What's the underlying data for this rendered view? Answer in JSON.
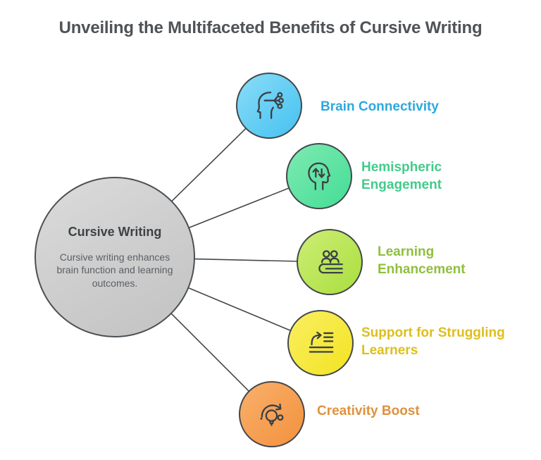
{
  "title": "Unveiling the Multifaceted Benefits of Cursive Writing",
  "connector_color": "#42474c",
  "center": {
    "heading": "Cursive Writing",
    "description": "Cursive writing enhances brain function and learning outcomes.",
    "fill": "#cfcfcf",
    "border_color": "#4b5054"
  },
  "nodes": [
    {
      "label": "Brain Connectivity",
      "icon": "brain-network-icon",
      "label_color": "#2ea9de",
      "fill_light": "#8adcf8",
      "fill_dark": "#45c2f0"
    },
    {
      "label": "Hemispheric Engagement",
      "icon": "head-arrows-icon",
      "label_color": "#43cb8b",
      "fill_light": "#7feab2",
      "fill_dark": "#44dd95"
    },
    {
      "label": "Learning Enhancement",
      "icon": "learners-desk-icon",
      "label_color": "#8fbf3e",
      "fill_light": "#cdee74",
      "fill_dark": "#aade3f"
    },
    {
      "label": "Support for Struggling Learners",
      "icon": "list-arrow-icon",
      "label_color": "#ddbf1d",
      "fill_light": "#f9ef62",
      "fill_dark": "#f3e322"
    },
    {
      "label": "Creativity Boost",
      "icon": "creativity-bulb-icon",
      "label_color": "#e0913c",
      "fill_light": "#f9b06b",
      "fill_dark": "#f3913e"
    }
  ]
}
